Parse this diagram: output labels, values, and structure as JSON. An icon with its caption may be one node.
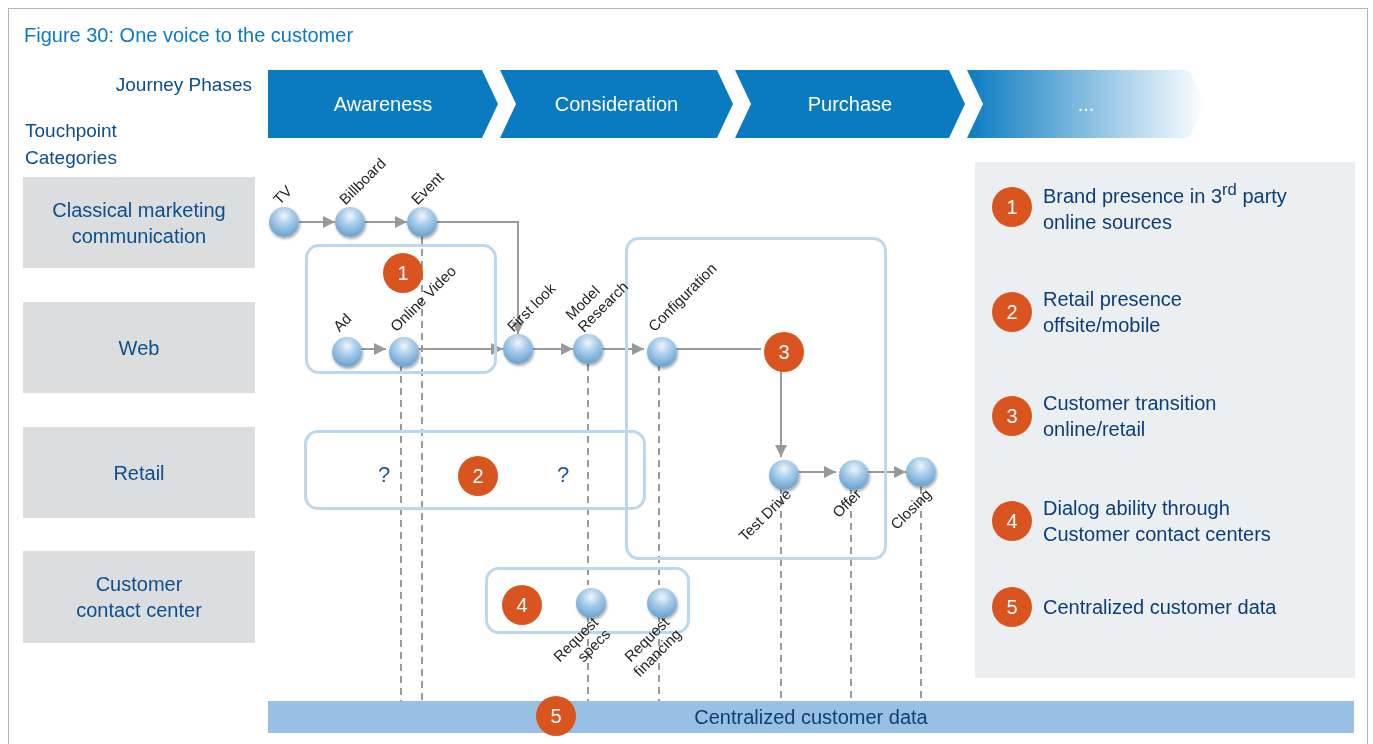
{
  "diagram": {
    "title": "Figure 30: One voice to the customer",
    "nodes": [
      {
        "text": [
          "Awareness"
        ]
      },
      {
        "text": [
          "Consideration"
        ]
      },
      {
        "text": [
          "Purchase"
        ]
      },
      {
        "text": [
          "..."
        ]
      },
      {
        "text": [
          "Classical marketing communication"
        ]
      },
      {
        "text": [
          "Web"
        ]
      },
      {
        "text": [
          "Retail"
        ]
      },
      {
        "text": [
          "Customer contact center"
        ]
      },
      {
        "text": [],
        "shape": "box"
      },
      {
        "text": [
          "1"
        ],
        "in": 8
      },
      {
        "text": [],
        "shape": "circle",
        "in": 8,
        "beside": [
          "Ad"
        ]
      },
      {
        "text": [],
        "shape": "circle",
        "in": 8,
        "beside": [
          "Online Video"
        ]
      },
      {
        "text": [],
        "shape": "circle",
        "beside": [
          "TV"
        ]
      },
      {
        "text": [],
        "shape": "circle",
        "beside": [
          "Billboard"
        ]
      },
      {
        "text": [],
        "shape": "circle",
        "beside": [
          "Event"
        ]
      },
      {
        "text": [],
        "shape": "circle",
        "beside": [
          "First look"
        ]
      },
      {
        "text": [],
        "shape": "circle",
        "beside": [
          "Model Research"
        ]
      },
      {
        "text": [],
        "shape": "box"
      },
      {
        "text": [],
        "shape": "circle",
        "in": 17,
        "beside": [
          "Configuration"
        ]
      },
      {
        "text": [
          "3"
        ],
        "in": 17
      },
      {
        "text": [],
        "shape": "circle",
        "in": 17,
        "beside": [
          "Test Drive"
        ]
      },
      {
        "text": [],
        "shape": "circle",
        "in": 17,
        "beside": [
          "Offer"
        ]
      },
      {
        "text": [],
        "shape": "circle",
        "beside": [
          "Closing"
        ]
      },
      {
        "text": [],
        "shape": "box"
      },
      {
        "text": [
          "2"
        ],
        "in": 23
      },
      {
        "text": [],
        "shape": "box"
      },
      {
        "text": [
          "4"
        ],
        "in": 25
      },
      {
        "text": [],
        "shape": "circle",
        "in": 25,
        "beside": [
          "Request specs"
        ]
      },
      {
        "text": [],
        "shape": "circle",
        "in": 25,
        "beside": [
          "Request financing"
        ]
      },
      {
        "text": [
          "Centralized customer data"
        ]
      },
      {
        "text": [
          "5"
        ]
      },
      {
        "text": [],
        "shape": "box"
      },
      {
        "text": [
          "1"
        ],
        "in": 31,
        "beside": [
          "Brand presence in 3$^{rd}$ party online sources"
        ]
      },
      {
        "text": [
          "2"
        ],
        "in": 31,
        "beside": [
          "Retail presence offsite/mobile"
        ]
      },
      {
        "text": [
          "3"
        ],
        "in": 31,
        "beside": [
          "Customer transition online/retail"
        ]
      },
      {
        "text": [
          "4"
        ],
        "in": 31,
        "beside": [
          "Dialog ability through Customer contact centers"
        ]
      },
      {
        "text": [
          "5"
        ],
        "in": 31,
        "beside": [
          "Centralized customer data"
        ]
      }
    ],
    "edges": [
      {
        "from": 12,
        "to": 13,
        "arrow": "to"
      },
      {
        "from": 13,
        "to": 14,
        "arrow": "to"
      },
      {
        "from": 14,
        "to": 15,
        "arrow": "to"
      },
      {
        "from": 10,
        "to": 11,
        "arrow": "to"
      },
      {
        "from": 11,
        "to": 15,
        "arrow": "to"
      },
      {
        "from": 15,
        "to": 16,
        "arrow": "to"
      },
      {
        "from": 16,
        "to": 18,
        "arrow": "to"
      },
      {
        "from": 18,
        "to": 19,
        "arrow": "none"
      },
      {
        "from": 19,
        "to": 20,
        "arrow": "to"
      },
      {
        "from": 20,
        "to": 21,
        "arrow": "to"
      },
      {
        "from": 21,
        "to": 22,
        "arrow": "to"
      },
      {
        "from": 11,
        "to": 29,
        "arrow": "none",
        "style": "dashed"
      },
      {
        "from": 14,
        "to": 29,
        "arrow": "none",
        "style": "dashed"
      },
      {
        "from": 16,
        "to": 27,
        "arrow": "none",
        "style": "dashed"
      },
      {
        "from": 27,
        "to": 29,
        "arrow": "none",
        "style": "dashed"
      },
      {
        "from": 18,
        "to": 28,
        "arrow": "none",
        "style": "dashed"
      },
      {
        "from": 28,
        "to": 29,
        "arrow": "none",
        "style": "dashed"
      },
      {
        "from": 20,
        "to": 29,
        "arrow": "none",
        "style": "dashed"
      },
      {
        "from": 21,
        "to": 29,
        "arrow": "none",
        "style": "dashed"
      },
      {
        "from": 22,
        "to": 29,
        "arrow": "none",
        "style": "dashed"
      }
    ],
    "labels": [
      "Journey Phases",
      "Touchpoint Categories",
      "?",
      "?"
    ]
  }
}
